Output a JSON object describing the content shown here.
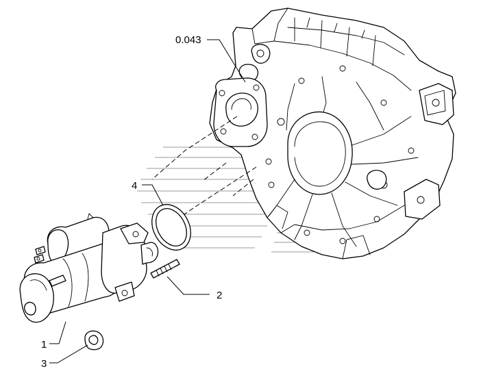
{
  "diagram": {
    "callouts": {
      "ref": "0.043",
      "c1": "1",
      "c2": "2",
      "c3": "3",
      "c4": "4"
    }
  }
}
